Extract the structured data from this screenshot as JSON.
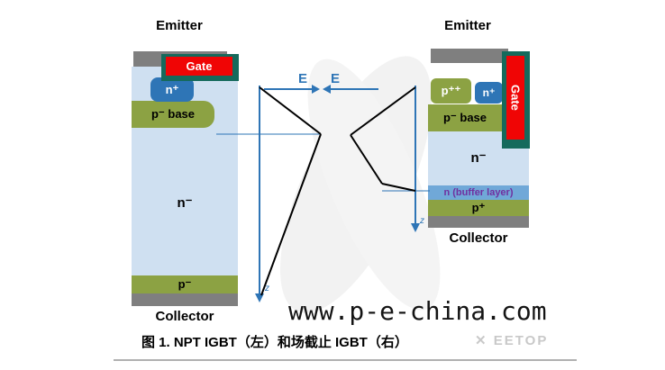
{
  "left_device": {
    "emitter": "Emitter",
    "gate": "Gate",
    "n_plus": "n⁺",
    "p_base": "p⁻ base",
    "n_drift": "n⁻",
    "p_collector": "p⁻",
    "collector": "Collector"
  },
  "right_device": {
    "emitter": "Emitter",
    "gate": "Gate",
    "p_plus_plus": "p⁺⁺",
    "n_plus": "n⁺",
    "p_base": "p⁻ base",
    "n_drift": "n⁻",
    "buffer_layer": "n (buffer layer)",
    "p_collector": "p⁺",
    "collector": "Collector"
  },
  "field_plot": {
    "e_label_left": "E",
    "e_label_right": "E",
    "z_label_left": "z",
    "z_label_right": "z"
  },
  "footer": {
    "site_watermark": "www.p-e-china.com",
    "caption": "图 1.  NPT IGBT（左）和场截止 IGBT（右）",
    "logo_icon": "✕",
    "logo_text": "EETOP"
  },
  "colors": {
    "metal_gray": "#7f7f7f",
    "gate_red": "#f00505",
    "gate_border_teal": "#156a5c",
    "n_plus_blue": "#2e75b6",
    "p_region_green": "#8ca243",
    "n_drift_light_blue": "#cfe0f1",
    "buffer_blue": "#70a8d8",
    "buffer_text_purple": "#7030a0",
    "axis_blue": "#2e75b6",
    "field_line_black": "#000000"
  }
}
